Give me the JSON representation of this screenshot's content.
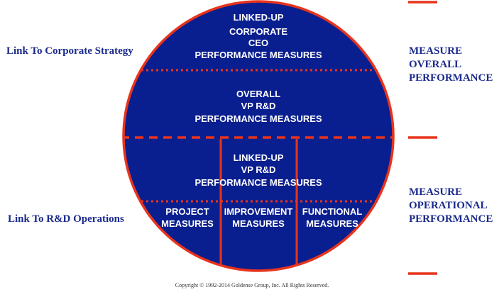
{
  "labels": {
    "left_top": "Link To Corporate Strategy",
    "left_bottom": "Link To R&D Operations",
    "right_top": [
      "MEASURE",
      "OVERALL",
      "PERFORMANCE"
    ],
    "right_bottom": [
      "MEASURE",
      "OPERATIONAL",
      "PERFORMANCE"
    ]
  },
  "circle": {
    "ceo": [
      "LINKED-UP",
      "CORPORATE",
      "CEO",
      "PERFORMANCE MEASURES"
    ],
    "overall_vp": [
      "OVERALL",
      "VP R&D",
      "PERFORMANCE MEASURES"
    ],
    "linked_vp": [
      "LINKED-UP",
      "VP R&D",
      "PERFORMANCE MEASURES"
    ],
    "project": [
      "PROJECT",
      "MEASURES"
    ],
    "improvement": [
      "IMPROVEMENT",
      "MEASURES"
    ],
    "functional": [
      "FUNCTIONAL",
      "MEASURES"
    ]
  },
  "copyright": "Copyright © 1992-2014   Goldense Group, Inc.   All Rights Reserved.",
  "colors": {
    "circle_fill": "#0a1f8f",
    "accent_red": "#e8341c",
    "label_blue": "#1a2a8c"
  }
}
